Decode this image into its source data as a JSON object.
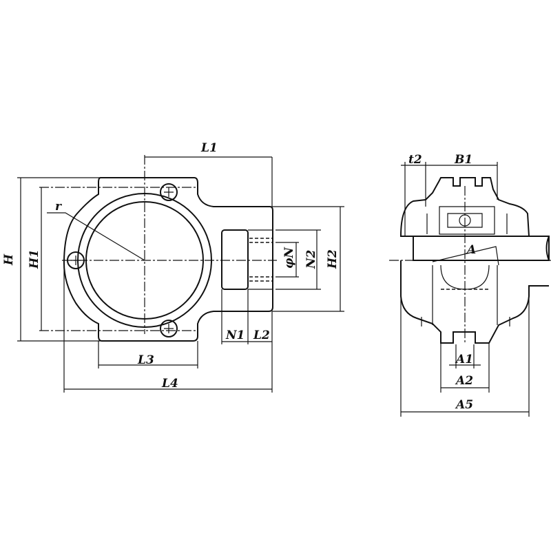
{
  "front_view": {
    "labels": {
      "L1": "L1",
      "H": "H",
      "H1": "H1",
      "r": "r",
      "phiN": "φN",
      "N2": "N2",
      "H2": "H2",
      "N1": "N1",
      "L2": "L2",
      "L3": "L3",
      "L4": "L4"
    }
  },
  "side_view": {
    "labels": {
      "t2": "t2",
      "B1": "B1",
      "A": "A",
      "A1": "A1",
      "A2": "A2",
      "A5": "A5"
    }
  }
}
